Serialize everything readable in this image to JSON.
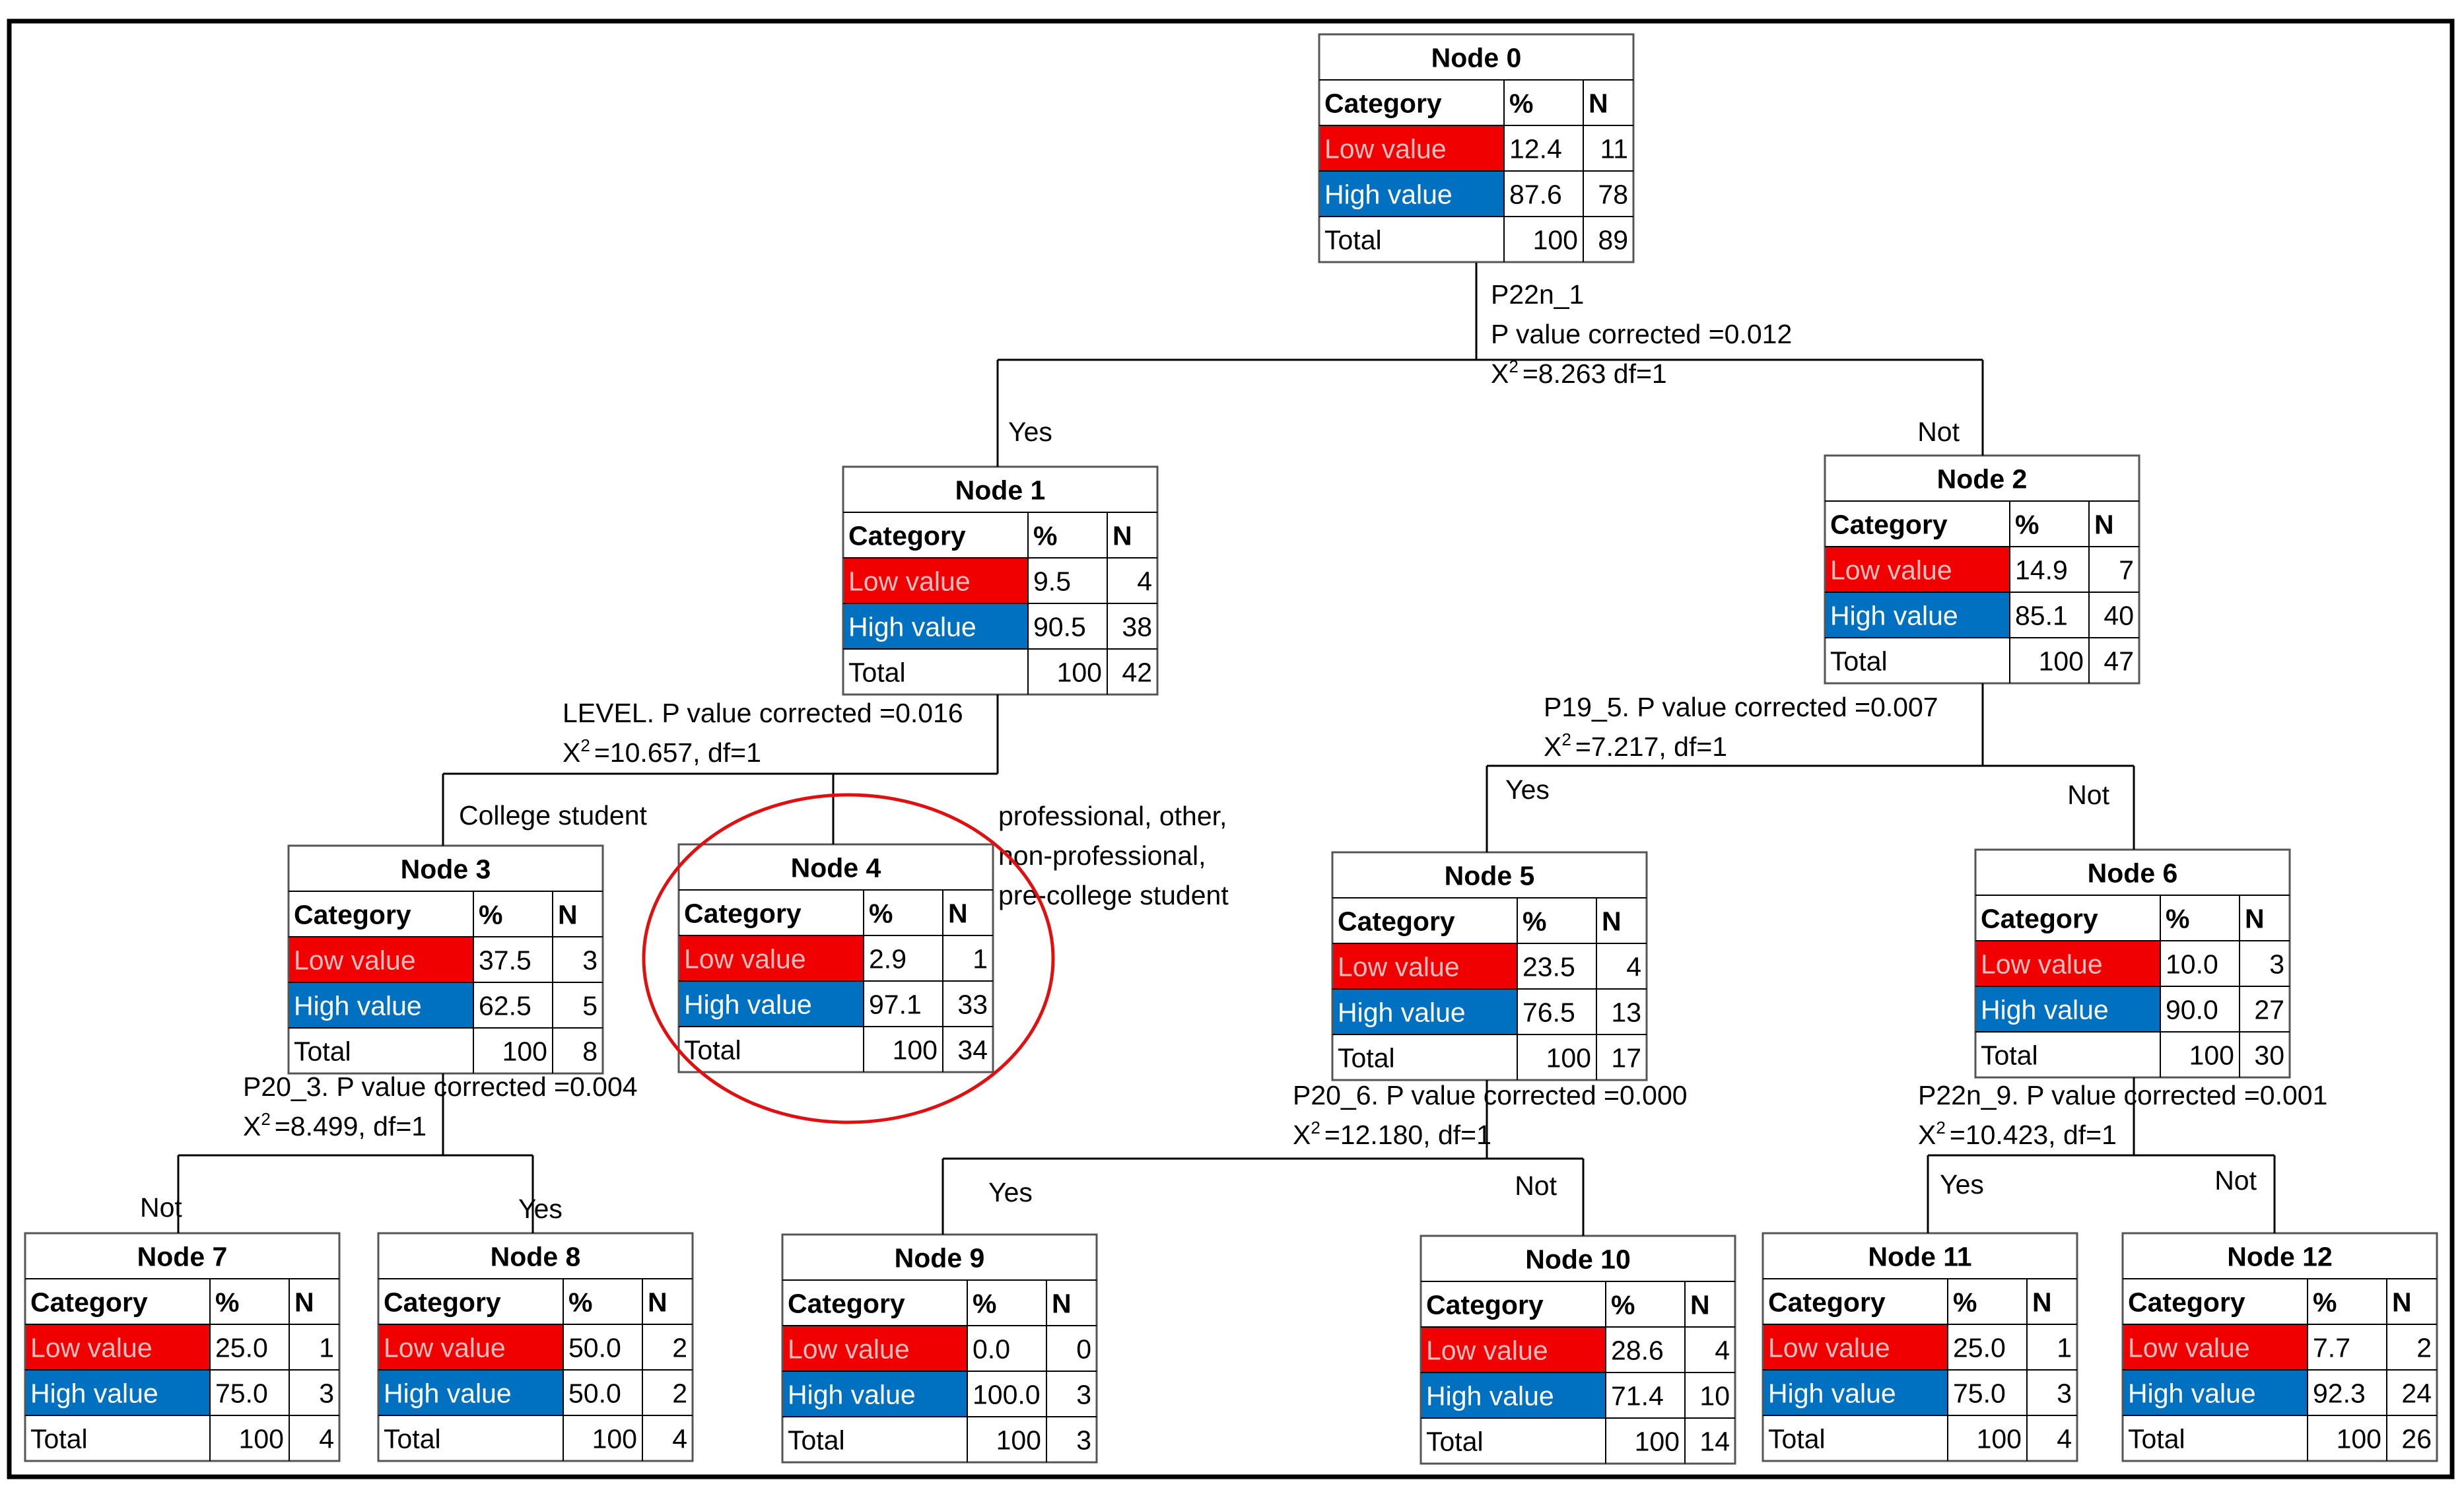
{
  "colors": {
    "low": "#f00000",
    "high": "#0070c0",
    "low_text": "#ffbebe",
    "high_text": "#ffffff",
    "line": "#000000",
    "highlight_circle": "#e01010"
  },
  "header_labels": {
    "category": "Category",
    "pct": "%",
    "n": "N"
  },
  "row_labels": {
    "low": "Low value",
    "high": "High value",
    "total": "Total"
  },
  "nodes": [
    {
      "id": "node-0",
      "title": "Node 0",
      "low_pct": "12.4",
      "low_n": "11",
      "high_pct": "87.6",
      "high_n": "78",
      "total_pct": "100",
      "total_n": "89"
    },
    {
      "id": "node-1",
      "title": "Node 1",
      "low_pct": "9.5",
      "low_n": "4",
      "high_pct": "90.5",
      "high_n": "38",
      "total_pct": "100",
      "total_n": "42"
    },
    {
      "id": "node-2",
      "title": "Node 2",
      "low_pct": "14.9",
      "low_n": "7",
      "high_pct": "85.1",
      "high_n": "40",
      "total_pct": "100",
      "total_n": "47"
    },
    {
      "id": "node-3",
      "title": "Node 3",
      "low_pct": "37.5",
      "low_n": "3",
      "high_pct": "62.5",
      "high_n": "5",
      "total_pct": "100",
      "total_n": "8"
    },
    {
      "id": "node-4",
      "title": "Node 4",
      "low_pct": "2.9",
      "low_n": "1",
      "high_pct": "97.1",
      "high_n": "33",
      "total_pct": "100",
      "total_n": "34"
    },
    {
      "id": "node-5",
      "title": "Node 5",
      "low_pct": "23.5",
      "low_n": "4",
      "high_pct": "76.5",
      "high_n": "13",
      "total_pct": "100",
      "total_n": "17"
    },
    {
      "id": "node-6",
      "title": "Node 6",
      "low_pct": "10.0",
      "low_n": "3",
      "high_pct": "90.0",
      "high_n": "27",
      "total_pct": "100",
      "total_n": "30"
    },
    {
      "id": "node-7",
      "title": "Node 7",
      "low_pct": "25.0",
      "low_n": "1",
      "high_pct": "75.0",
      "high_n": "3",
      "total_pct": "100",
      "total_n": "4"
    },
    {
      "id": "node-8",
      "title": "Node 8",
      "low_pct": "50.0",
      "low_n": "2",
      "high_pct": "50.0",
      "high_n": "2",
      "total_pct": "100",
      "total_n": "4"
    },
    {
      "id": "node-9",
      "title": "Node 9",
      "low_pct": "0.0",
      "low_n": "0",
      "high_pct": "100.0",
      "high_n": "3",
      "total_pct": "100",
      "total_n": "3"
    },
    {
      "id": "node-10",
      "title": "Node 10",
      "low_pct": "28.6",
      "low_n": "4",
      "high_pct": "71.4",
      "high_n": "10",
      "total_pct": "100",
      "total_n": "14"
    },
    {
      "id": "node-11",
      "title": "Node 11",
      "low_pct": "25.0",
      "low_n": "1",
      "high_pct": "75.0",
      "high_n": "3",
      "total_pct": "100",
      "total_n": "4"
    },
    {
      "id": "node-12",
      "title": "Node 12",
      "low_pct": "7.7",
      "low_n": "2",
      "high_pct": "92.3",
      "high_n": "24",
      "total_pct": "100",
      "total_n": "26"
    }
  ],
  "splits": [
    {
      "id": "split-node-0",
      "lines": [
        "P22n_1",
        "P value corrected =0.012"
      ],
      "chi": "=8.263 df=1"
    },
    {
      "id": "split-node-1",
      "lines": [
        "LEVEL. P value corrected =0.016"
      ],
      "chi": "=10.657, df=1"
    },
    {
      "id": "split-node-2",
      "lines": [
        "P19_5. P value corrected =0.007"
      ],
      "chi": "=7.217, df=1"
    },
    {
      "id": "split-node-3",
      "lines": [
        "P20_3. P value corrected =0.004"
      ],
      "chi": "=8.499, df=1"
    },
    {
      "id": "split-node-5",
      "lines": [
        "P20_6. P value corrected =0.000"
      ],
      "chi": "=12.180, df=1"
    },
    {
      "id": "split-node-6",
      "lines": [
        "P22n_9. P value corrected =0.001"
      ],
      "chi": "=10.423, df=1"
    }
  ],
  "chi_symbol": "X",
  "chi_superscript": "2",
  "branches": [
    {
      "id": "branch-node-1",
      "text": "Yes"
    },
    {
      "id": "branch-node-2",
      "text": "Not"
    },
    {
      "id": "branch-node-3",
      "text": "College student"
    },
    {
      "id": "branch-node-4",
      "lines": [
        "professional, other,",
        "non-professional,",
        "pre-college student"
      ]
    },
    {
      "id": "branch-node-5",
      "text": "Yes"
    },
    {
      "id": "branch-node-6",
      "text": "Not"
    },
    {
      "id": "branch-node-7",
      "text": "Not"
    },
    {
      "id": "branch-node-8",
      "text": "Yes"
    },
    {
      "id": "branch-node-9",
      "text": "Yes"
    },
    {
      "id": "branch-node-10",
      "text": "Not"
    },
    {
      "id": "branch-node-11",
      "text": "Yes"
    },
    {
      "id": "branch-node-12",
      "text": "Not"
    }
  ]
}
